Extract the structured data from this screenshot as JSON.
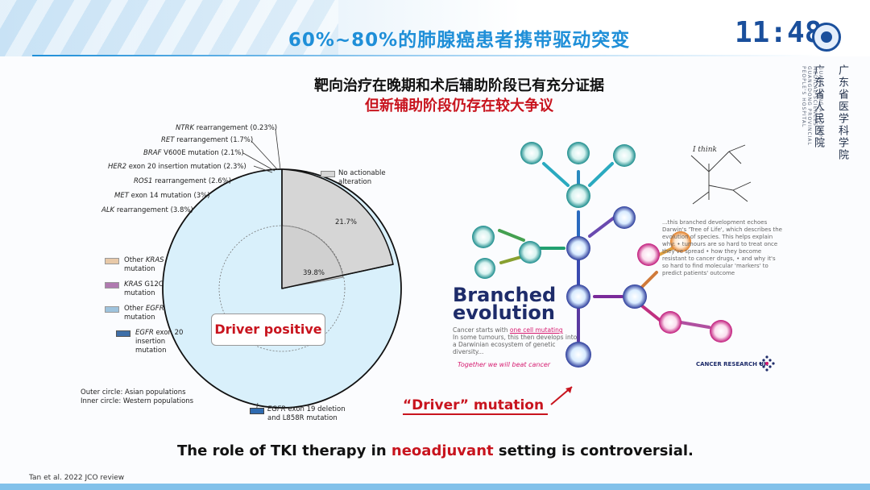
{
  "header": {
    "title": "60%~80%的肺腺癌患者携带驱动突变",
    "clock": "11:48",
    "institution_line1": "广东省医学科学院",
    "institution_line2": "广东省人民医院",
    "institution_en": "GUANGDONG ACADEMY OF MEDICAL SCIENCES · GUANGDONG PROVINCIAL PEOPLE'S HOSPITAL"
  },
  "subtitle": {
    "line1": "靶向治疗在晚期和术后辅助阶段已有充分证据",
    "line2": "但新辅助阶段仍存在较大争议"
  },
  "pie": {
    "callouts": [
      {
        "italic": "NTRK",
        "text": " rearrangement (0.23%)"
      },
      {
        "italic": "RET",
        "text": " rearrangement (1.7%)"
      },
      {
        "italic": "BRAF",
        "text": " V600E mutation (2.1%)"
      },
      {
        "italic": "HER2",
        "text": " exon 20 insertion mutation (2.3%)"
      },
      {
        "italic": "ROS1",
        "text": " rearrangement (2.6%)"
      },
      {
        "italic": "MET",
        "text": " exon 14 mutation (3%)"
      },
      {
        "italic": "ALK",
        "text": " rearrangement (3.8%)"
      }
    ],
    "no_actionable": "No actionable alteration",
    "pct_outer": "21.7%",
    "pct_inner": "39.8%",
    "driver_positive": "Driver positive",
    "legend": [
      {
        "text1": "Other ",
        "italic": "KRAS",
        "text2": " mutation",
        "color": "#e8c9a8"
      },
      {
        "italic": "KRAS",
        "text2": " G12C mutation",
        "color": "#b07ab0"
      },
      {
        "text1": "Other ",
        "italic": "EGFR",
        "text2": " mutation",
        "color": "#9ec3dd"
      },
      {
        "italic": "EGFR",
        "text2": " exon 20 insertion mutation",
        "color": "#3f6fa8"
      }
    ],
    "egfr19": {
      "italic": "EGFR",
      "text": " exon 19 deletion and L858R mutation",
      "color": "#2f6bb0"
    },
    "outer_note": "Outer circle: Asian populations",
    "inner_note": "Inner circle: Western populations",
    "colors": {
      "positive": "#d9f0fb",
      "no_actionable": "#d6d6d6"
    }
  },
  "evolution": {
    "title_line1": "Branched",
    "title_line2": "evolution",
    "text_prefix": "Cancer starts with ",
    "text_link": "one cell mutating",
    "text_rest": "In some tumours, this then develops into a Darwinian ecosystem of genetic diversity...",
    "script": "Together we will beat cancer",
    "side_text": "...this branched development echoes Darwin's 'Tree of Life', which describes the evolution of species. This helps explain why: • tumours are so hard to treat once they've spread • how they become resistant to cancer drugs, • and why it's so hard to find molecular 'markers' to predict patients' outcome",
    "brand": "CANCER RESEARCH UK",
    "sketch_label": "I think"
  },
  "driver_mutation": "“Driver” mutation",
  "bottom": {
    "part1": "The role of TKI therapy in ",
    "highlight": "neoadjuvant",
    "part2": " setting is controversial."
  },
  "reference": "Tan et al. 2022 JCO review"
}
